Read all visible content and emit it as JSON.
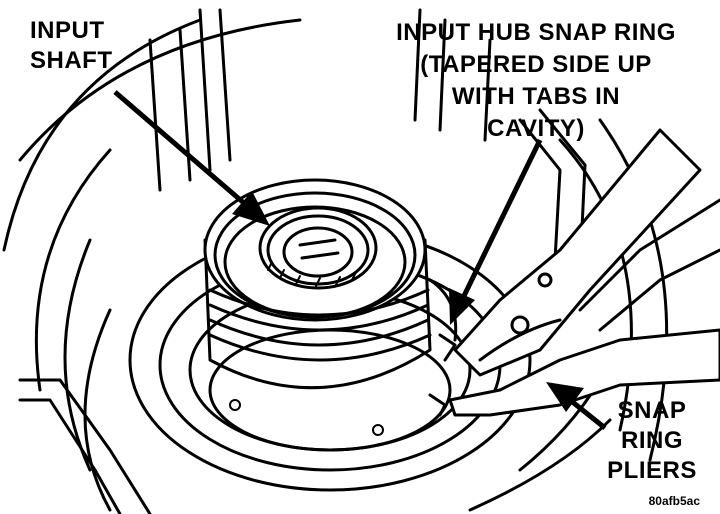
{
  "callouts": {
    "input_shaft": [
      "INPUT",
      "SHAFT"
    ],
    "snap_ring": [
      "INPUT HUB SNAP RING",
      "(TAPERED SIDE UP",
      "WITH TABS IN",
      "CAVITY)"
    ],
    "pliers": [
      "SNAP",
      "RING",
      "PLIERS"
    ]
  },
  "figure_id": "80afb5ac",
  "colors": {
    "ink": "#000000",
    "paper": "#ffffff"
  }
}
